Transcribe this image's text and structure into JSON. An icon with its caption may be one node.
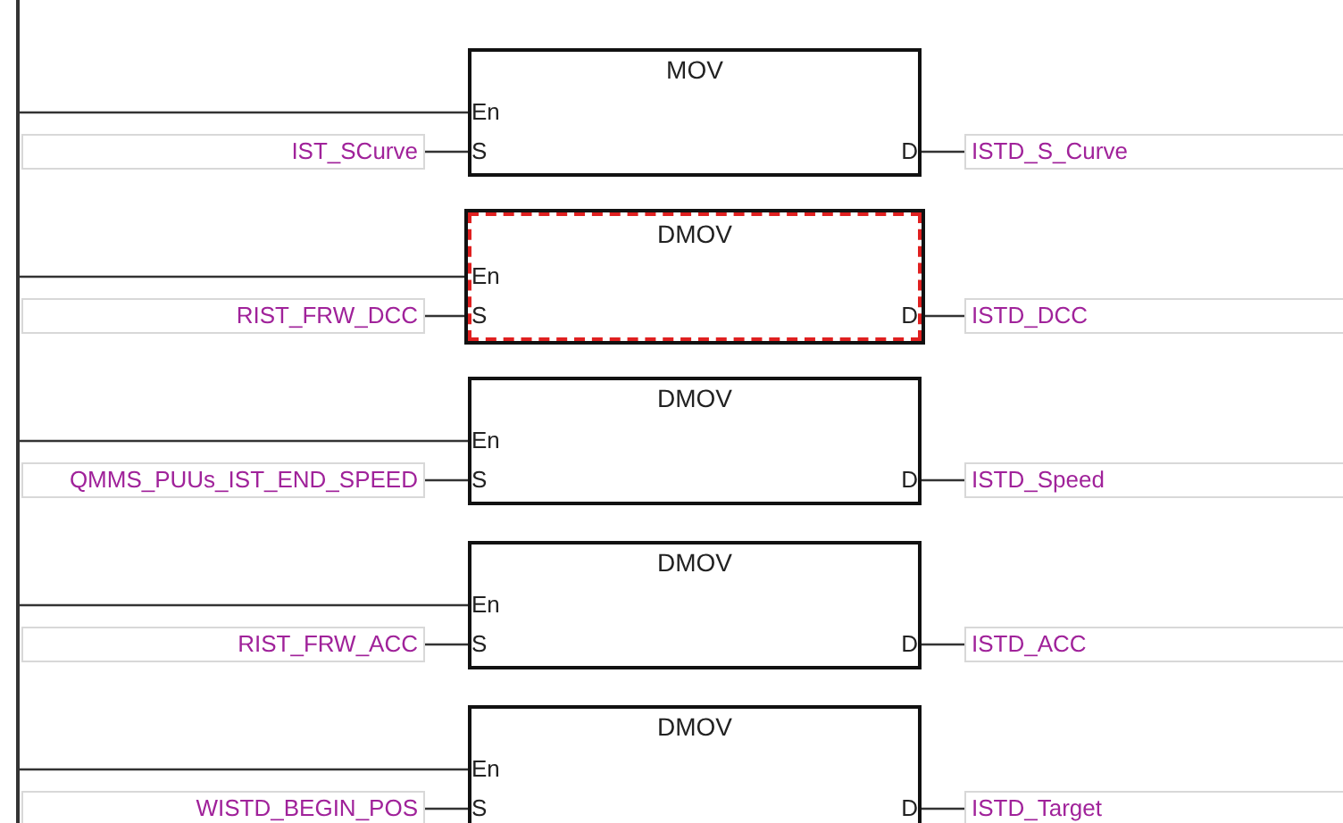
{
  "diagram": {
    "nodes": [
      {
        "text": [],
        "shape": "bar"
      },
      {
        "text": [
          "IST_SCurve"
        ]
      },
      {
        "text": [
          "MOV"
        ]
      },
      {
        "text": [
          "En"
        ],
        "in": 2
      },
      {
        "text": [
          "S"
        ],
        "in": 2
      },
      {
        "text": [
          "D"
        ],
        "in": 2
      },
      {
        "text": [
          "ISTD_S_Curve"
        ]
      },
      {
        "text": [
          "RIST_FRW_DCC"
        ]
      },
      {
        "text": [
          "DMOV"
        ]
      },
      {
        "text": [
          "En"
        ],
        "in": 8
      },
      {
        "text": [
          "S"
        ],
        "in": 8
      },
      {
        "text": [
          "D"
        ],
        "in": 8
      },
      {
        "text": [
          "ISTD_DCC"
        ]
      },
      {
        "text": [
          "QMMS_PUUs_IST_END_SPEED"
        ]
      },
      {
        "text": [
          "DMOV"
        ]
      },
      {
        "text": [
          "En"
        ],
        "in": 14
      },
      {
        "text": [
          "S"
        ],
        "in": 14
      },
      {
        "text": [
          "D"
        ],
        "in": 14
      },
      {
        "text": [
          "ISTD_Speed"
        ]
      },
      {
        "text": [
          "RIST_FRW_ACC"
        ]
      },
      {
        "text": [
          "DMOV"
        ]
      },
      {
        "text": [
          "En"
        ],
        "in": 20
      },
      {
        "text": [
          "S"
        ],
        "in": 20
      },
      {
        "text": [
          "D"
        ],
        "in": 20
      },
      {
        "text": [
          "ISTD_ACC"
        ]
      },
      {
        "text": [
          "WISTD_BEGIN_POS"
        ]
      },
      {
        "text": [
          "DMOV"
        ]
      },
      {
        "text": [
          "En"
        ],
        "in": 26
      },
      {
        "text": [
          "S"
        ],
        "in": 26
      },
      {
        "text": [
          "D"
        ],
        "in": 26
      },
      {
        "text": [
          "ISTD_Target"
        ]
      }
    ],
    "edges": [
      {
        "from": 0,
        "to": 3,
        "arrow": "none"
      },
      {
        "from": 1,
        "to": 4,
        "arrow": "none"
      },
      {
        "from": 5,
        "to": 6,
        "arrow": "none"
      },
      {
        "from": 0,
        "to": 9,
        "arrow": "none"
      },
      {
        "from": 7,
        "to": 10,
        "arrow": "none"
      },
      {
        "from": 11,
        "to": 12,
        "arrow": "none"
      },
      {
        "from": 0,
        "to": 15,
        "arrow": "none"
      },
      {
        "from": 13,
        "to": 16,
        "arrow": "none"
      },
      {
        "from": 17,
        "to": 18,
        "arrow": "none"
      },
      {
        "from": 0,
        "to": 21,
        "arrow": "none"
      },
      {
        "from": 19,
        "to": 22,
        "arrow": "none"
      },
      {
        "from": 23,
        "to": 24,
        "arrow": "none"
      },
      {
        "from": 0,
        "to": 27,
        "arrow": "none"
      },
      {
        "from": 25,
        "to": 28,
        "arrow": "none"
      },
      {
        "from": 29,
        "to": 30,
        "arrow": "none"
      }
    ]
  }
}
